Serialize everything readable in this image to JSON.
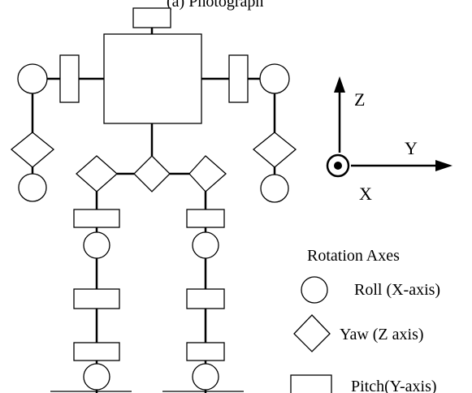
{
  "caption_fragment": "(a) Photograph",
  "axes": {
    "z_label": "Z",
    "y_label": "Y",
    "x_label": "X"
  },
  "legend": {
    "title": "Rotation Axes",
    "roll_label": "Roll (X-axis)",
    "yaw_label": "Yaw (Z axis)",
    "pitch_label": "Pitch(Y-axis)"
  }
}
